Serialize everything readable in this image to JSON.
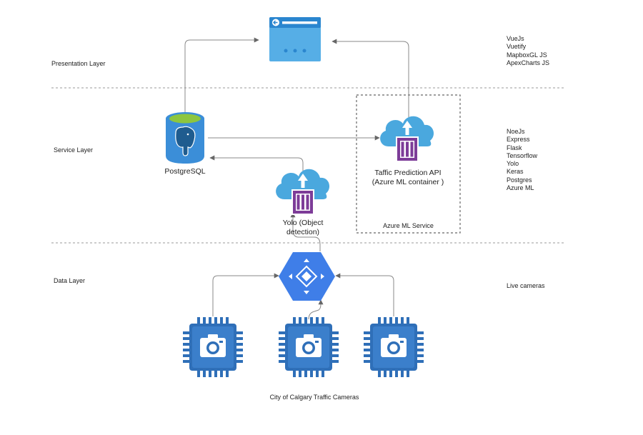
{
  "layers": {
    "presentation": "Presentation Layer",
    "service": "Service Layer",
    "data": "Data Layer"
  },
  "stacks": {
    "presentation": [
      "VueJs",
      "Vuetify",
      "MapboxGL JS",
      "ApexCharts JS"
    ],
    "service": [
      "NoeJs",
      "Express",
      "Flask",
      "Tensorflow",
      "Yolo",
      "Keras",
      "Postgres",
      "Azure ML"
    ],
    "data": "Live cameras"
  },
  "nodes": {
    "postgres_label": "PostgreSQL",
    "yolo_label_line1": "Yolo (Object",
    "yolo_label_line2": "detection)",
    "traffic_api_line1": "Taffic Prediction API",
    "traffic_api_line2": "(Azure ML container )",
    "azure_ml_service": "Azure ML Service",
    "cameras_label": "City of Calgary Traffic Cameras"
  },
  "icons": [
    "browser-window-icon",
    "postgresql-database-icon",
    "cloud-container-icon",
    "cloud-container-icon",
    "iot-hub-hexagon-icon",
    "camera-chip-icon",
    "camera-chip-icon",
    "camera-chip-icon"
  ],
  "colors": {
    "browser": "#4a9fdb",
    "cloud": "#4aa8de",
    "container": "#7d3c98",
    "hexagon": "#3f7ee8",
    "camera": "#2f6fb8",
    "db_top": "#8dc63f",
    "arrow": "#888888"
  }
}
